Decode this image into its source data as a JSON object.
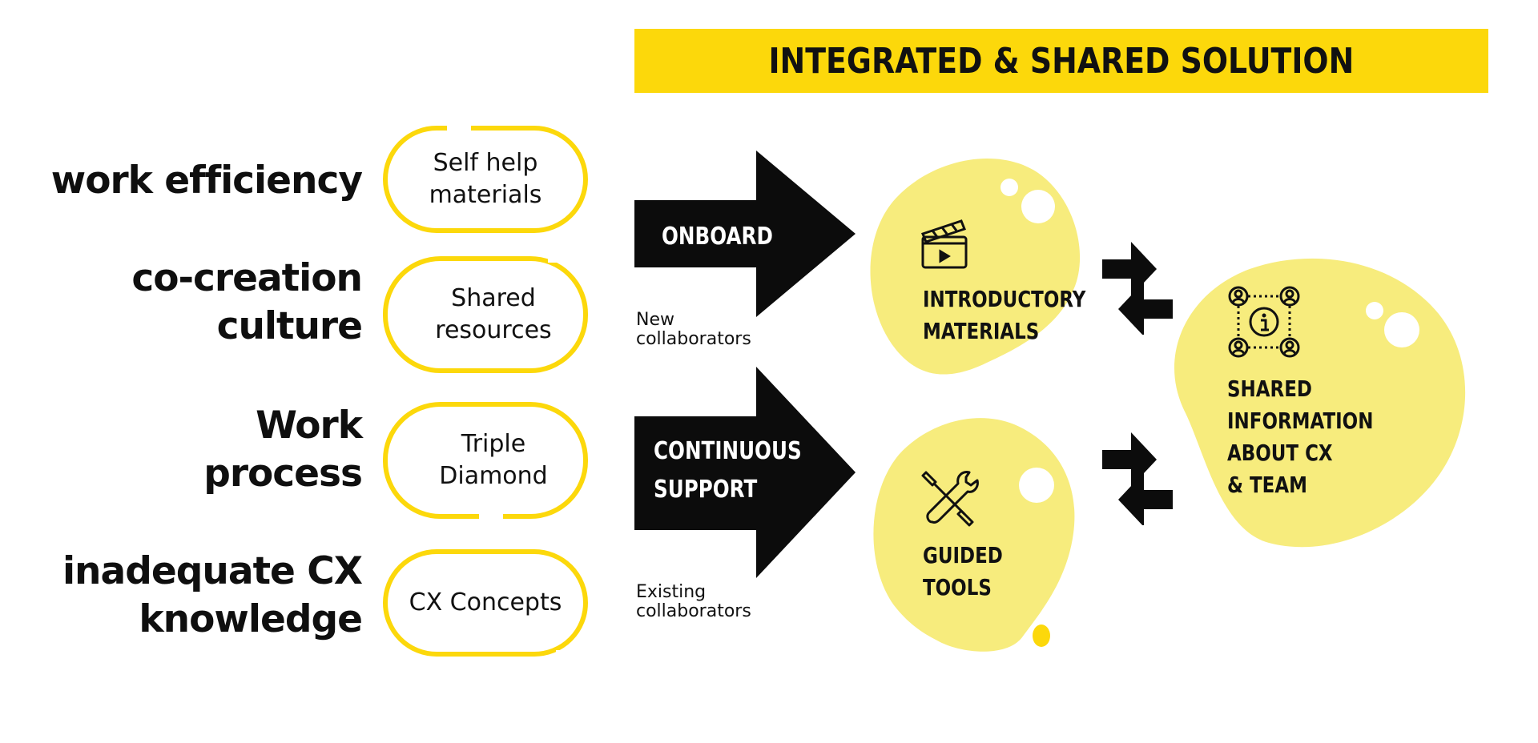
{
  "title": "INTEGRATED & SHARED SOLUTION",
  "colors": {
    "accent": "#fcd80b",
    "blob": "#f7ec7d",
    "dark": "#0c0c0c"
  },
  "problems": [
    {
      "text": "work efficiency"
    },
    {
      "text": "co-creation\nculture"
    },
    {
      "text": "Work\nprocess"
    },
    {
      "text": "inadequate CX\nknowledge"
    }
  ],
  "pills": [
    {
      "text": "Self help\nmaterials"
    },
    {
      "text": "Shared\nresources"
    },
    {
      "text": "Triple\nDiamond"
    },
    {
      "text": "CX Concepts"
    }
  ],
  "arrows": [
    {
      "label": "ONBOARD",
      "caption": "New\ncollaborators"
    },
    {
      "label": "CONTINUOUS\nSUPPORT",
      "caption": "Existing\ncollaborators"
    }
  ],
  "blobs": [
    {
      "label": "INTRODUCTORY\nMATERIALS",
      "icon": "clapperboard-icon"
    },
    {
      "label": "GUIDED\nTOOLS",
      "icon": "tools-icon"
    },
    {
      "label": "SHARED\nINFORMATION\nABOUT CX\n& TEAM",
      "icon": "team-info-icon"
    }
  ]
}
